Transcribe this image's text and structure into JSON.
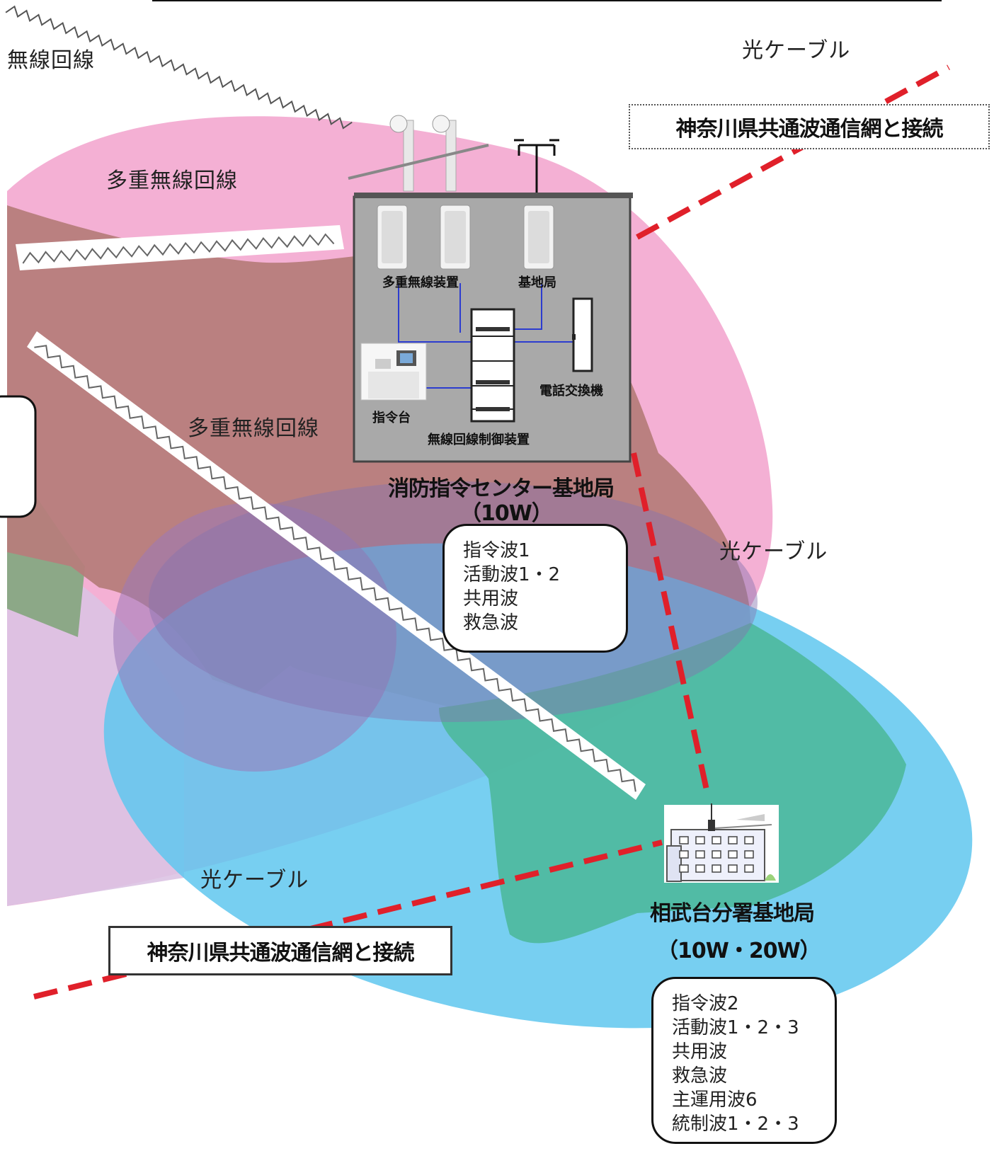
{
  "labels": {
    "wireless_line": "無線回線",
    "optical_cable_top": "光ケーブル",
    "optical_cable_mid": "光ケーブル",
    "optical_cable_bottom": "光ケーブル",
    "multiplex_radio_line_top": "多重無線回線",
    "multiplex_radio_line_mid": "多重無線回線"
  },
  "connection_boxes": {
    "top": "神奈川県共通波通信網と接続",
    "bottom": "神奈川県共通波通信網と接続"
  },
  "center_station": {
    "name": "消防指令センター基地局",
    "power": "（10W）",
    "equipment": {
      "multiplex_radio_unit": "多重無線装置",
      "transceiver": "基地局",
      "dispatch_console": "指令台",
      "radio_control_unit": "無線回線制御装置",
      "telephone_exchange": "電話交換機"
    },
    "waves": [
      "指令波1",
      "活動波1・2",
      "共用波",
      "救急波"
    ]
  },
  "branch_station": {
    "name": "相武台分署基地局",
    "power": "（10W・20W）",
    "waves": [
      "指令波2",
      "活動波1・2・3",
      "共用波",
      "救急波",
      "主運用波6",
      "統制波1・2・3"
    ]
  },
  "colors": {
    "pink_zone": "#f3a7cf",
    "brown_area": "#b67d7b",
    "blue_zone": "#5fc7ee",
    "green_area": "#4fb9a0",
    "purple_zone": "#9b78b8",
    "red_dash": "#e0202a",
    "equipment_panel": "#a9a9a9"
  }
}
